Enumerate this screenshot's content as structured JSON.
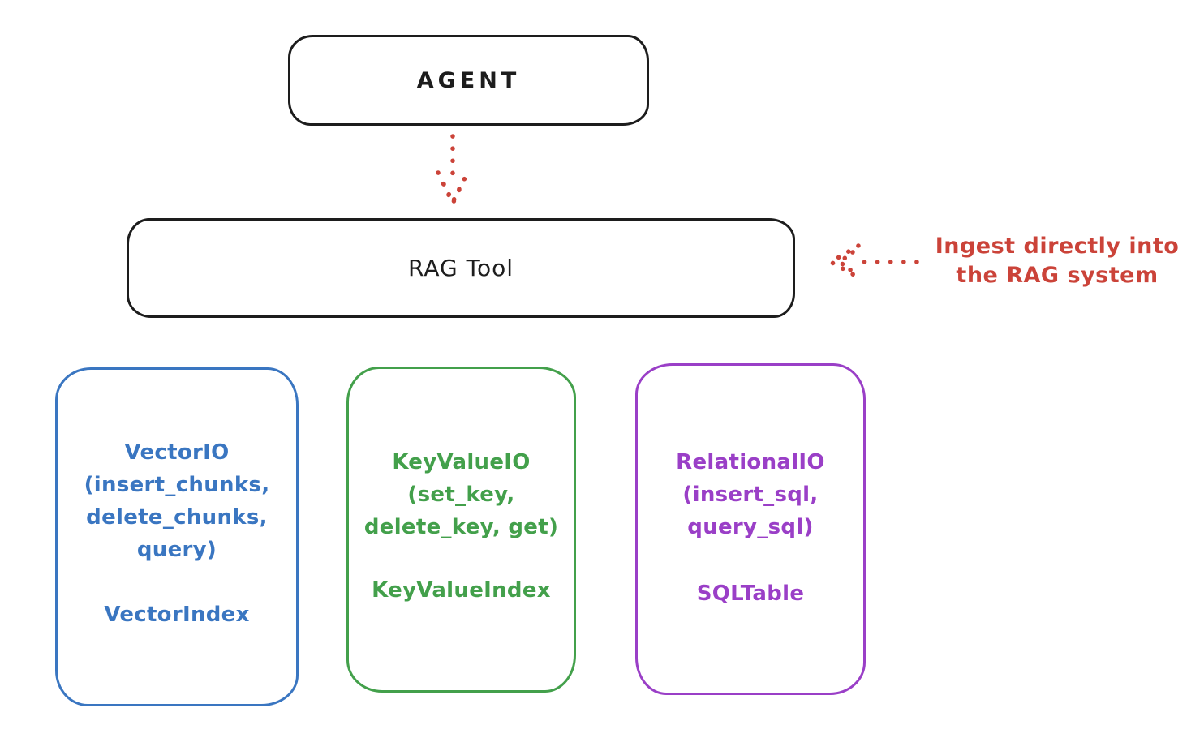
{
  "diagram": {
    "agent": {
      "label": "AGENT"
    },
    "rag_tool": {
      "label": "RAG Tool"
    },
    "annotation": {
      "line1": "Ingest directly into",
      "line2": "the RAG system"
    },
    "arrows": [
      {
        "name": "agent-to-rag-tool",
        "style": "dotted",
        "direction": "down",
        "color": "#cb4339"
      },
      {
        "name": "annotation-to-rag-tool",
        "style": "dotted",
        "direction": "left",
        "color": "#cb4339"
      }
    ],
    "backends": [
      {
        "name": "VectorIO",
        "color": "#3a76c1",
        "lines": [
          "VectorIO",
          "(insert_chunks,",
          "delete_chunks,",
          "query)"
        ],
        "index_label": "VectorIndex"
      },
      {
        "name": "KeyValueIO",
        "color": "#43a04b",
        "lines": [
          "KeyValueIO",
          "(set_key,",
          "delete_key, get)"
        ],
        "index_label": "KeyValueIndex"
      },
      {
        "name": "RelationalIO",
        "color": "#9a3fc7",
        "lines": [
          "RelationalIO",
          "(insert_sql,",
          "query_sql)"
        ],
        "index_label": "SQLTable"
      }
    ],
    "colors": {
      "ink": "#1d1d1d",
      "red": "#cb4339",
      "blue": "#3a76c1",
      "green": "#43a04b",
      "purple": "#9a3fc7",
      "background": "#ffffff"
    }
  }
}
